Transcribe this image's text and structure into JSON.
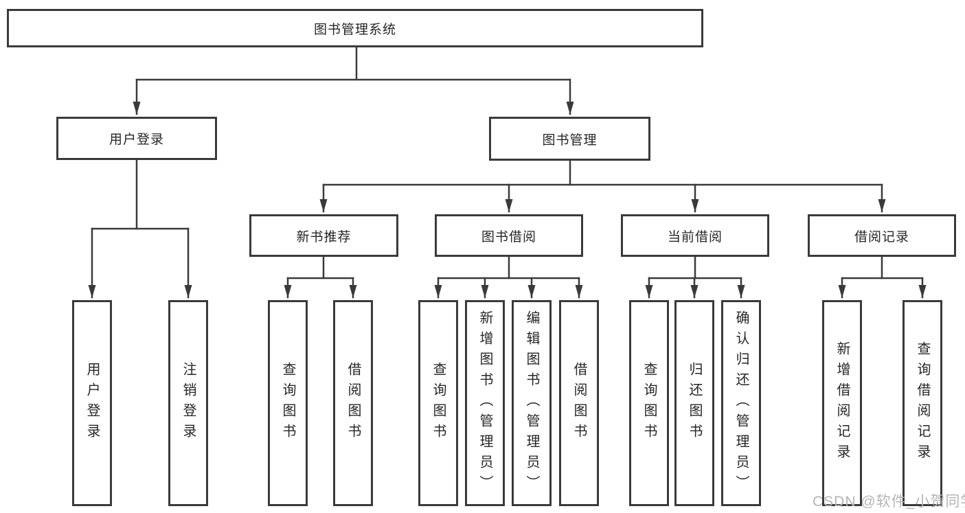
{
  "diagram": {
    "kind": "hierarchy-diagram",
    "colors": {
      "line": "#3a3a3a",
      "box_border": "#3a3a3a",
      "text": "#262626",
      "watermark": "#b4b4b4",
      "background": "#ffffff"
    }
  },
  "tree": {
    "root": "图书管理系统",
    "user_branch": {
      "label": "用户登录",
      "children": [
        "用户登录",
        "注销登录"
      ]
    },
    "book_branch": {
      "label": "图书管理",
      "groups": [
        {
          "label": "新书推荐",
          "children": [
            "查询图书",
            "借阅图书"
          ]
        },
        {
          "label": "图书借阅",
          "children": [
            "查询图书",
            "新增图书（管理员）",
            "编辑图书（管理员）",
            "借阅图书"
          ]
        },
        {
          "label": "当前借阅",
          "children": [
            "查询图书",
            "归还图书",
            "确认归还（管理员）"
          ]
        },
        {
          "label": "借阅记录",
          "children": [
            "新增借阅记录",
            "查询借阅记录"
          ]
        }
      ]
    }
  },
  "watermark": "CSDN @软件_小贺同学"
}
